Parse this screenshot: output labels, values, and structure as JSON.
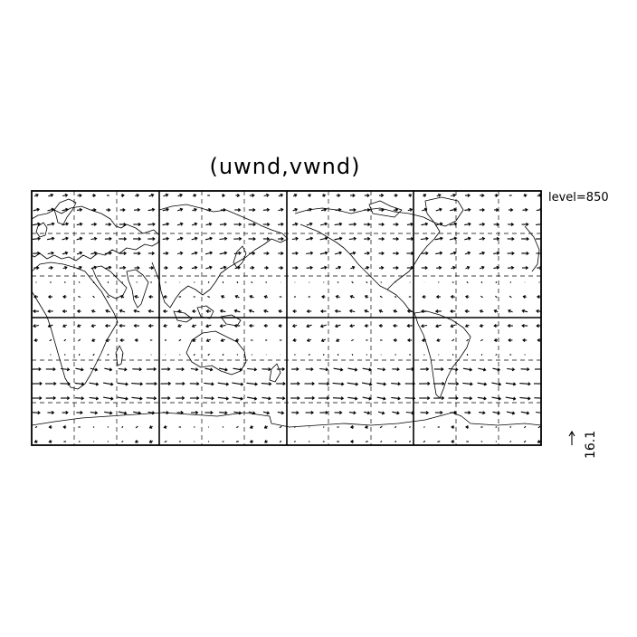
{
  "map": {
    "title": "(uwnd,vwnd)",
    "level_label": "level=850",
    "reference_vector_label": "16.1"
  },
  "colors": {
    "ink": "#000000",
    "background": "#ffffff"
  }
}
